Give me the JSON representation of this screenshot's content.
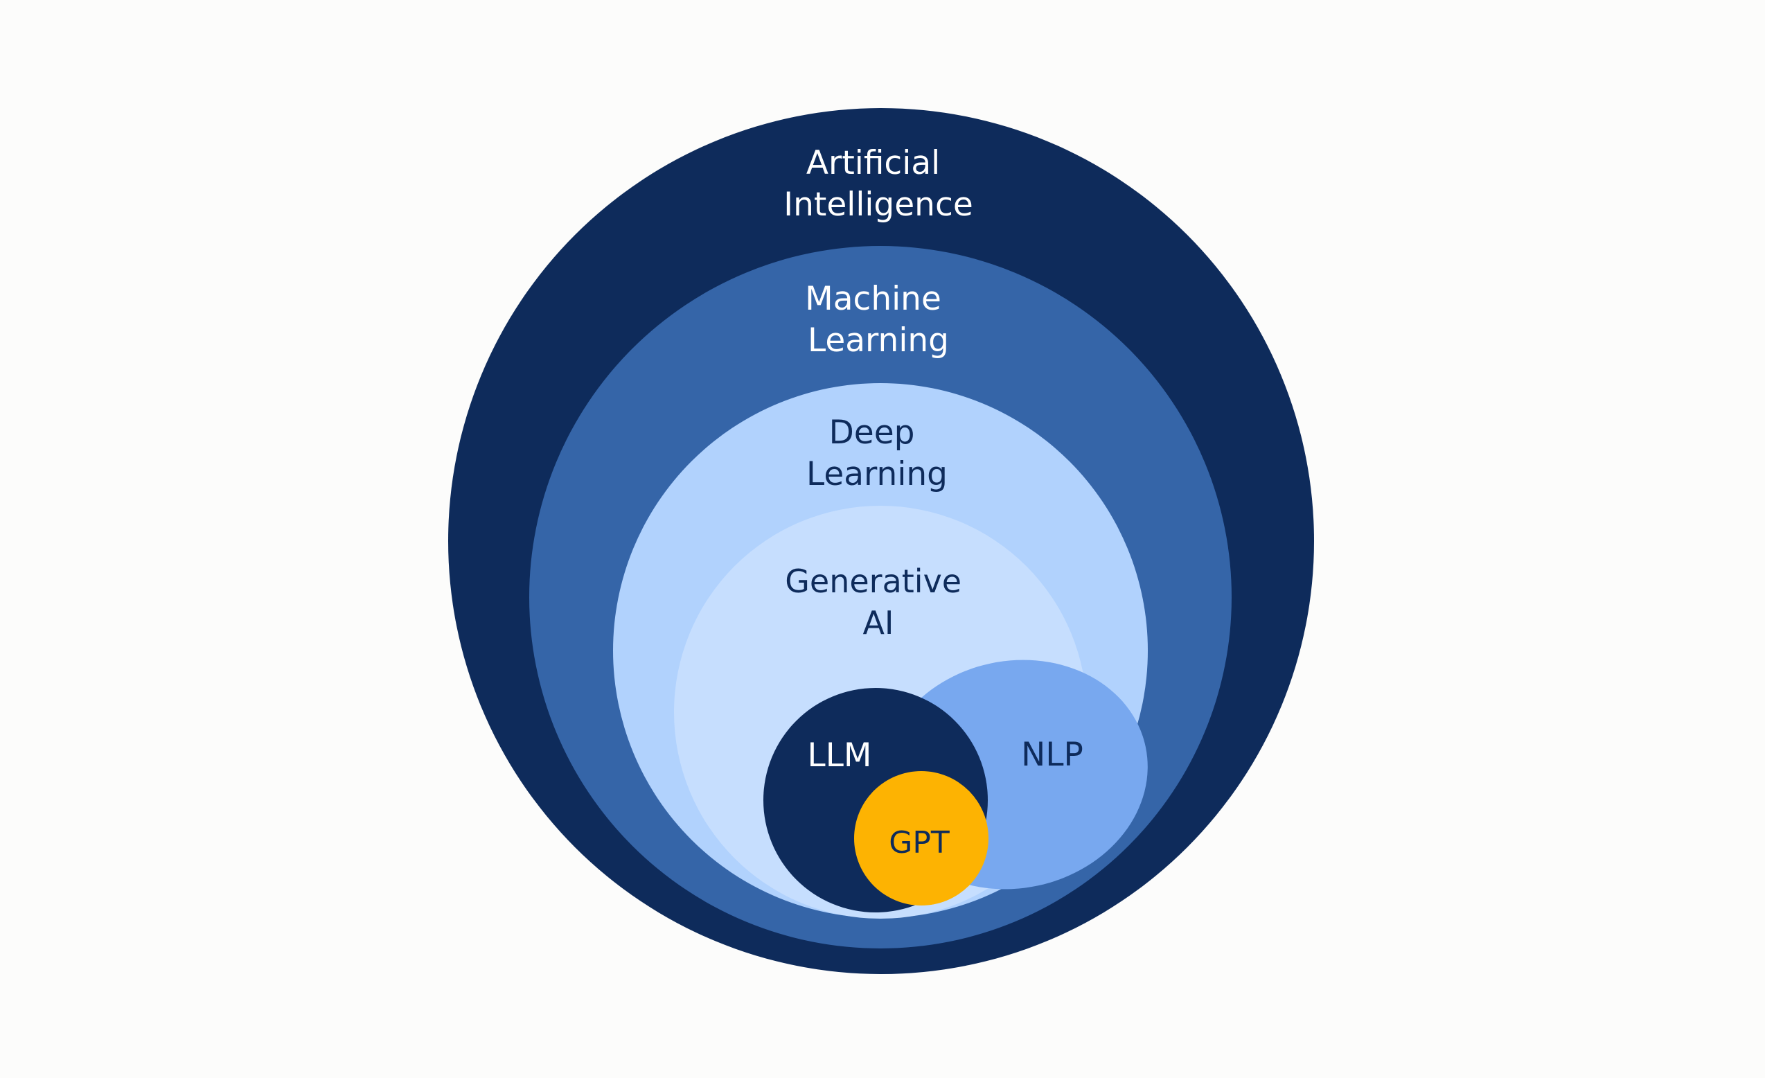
{
  "diagram": {
    "colors": {
      "background": "#fcfcfb",
      "artificial_intelligence": "#0e2b5b",
      "machine_learning": "#3565a8",
      "deep_learning": "#b1d2fd",
      "generative_ai": "#c6defe",
      "nlp": "#78a8ef",
      "llm": "#0e2b5b",
      "gpt": "#fdb302",
      "text_light": "#ffffff",
      "text_dark": "#0e2b5b"
    },
    "nodes": {
      "artificial_intelligence": {
        "line1": "Artificial",
        "line2": "Intelligence"
      },
      "machine_learning": {
        "line1": "Machine",
        "line2": "Learning"
      },
      "deep_learning": {
        "line1": "Deep",
        "line2": "Learning"
      },
      "generative_ai": {
        "line1": "Generative",
        "line2": "AI"
      },
      "nlp": {
        "label": "NLP"
      },
      "llm": {
        "label": "LLM"
      },
      "gpt": {
        "label": "GPT"
      }
    }
  }
}
